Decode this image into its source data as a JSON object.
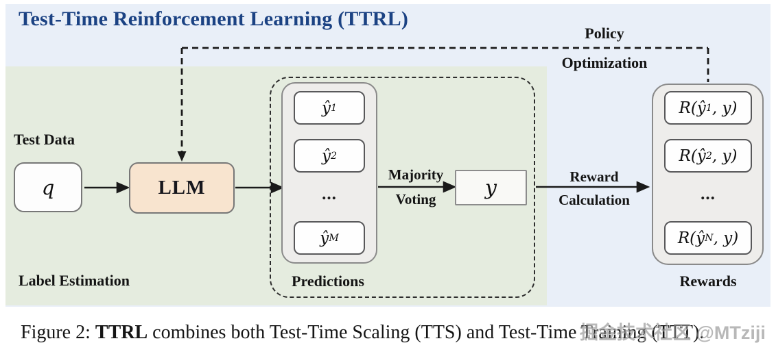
{
  "header": {
    "title": "Test-Time Reinforcement Learning (TTRL)"
  },
  "colors": {
    "title_blue": "#1b4283",
    "panel_blue": "#e9eff8",
    "panel_green": "#e5ecdf",
    "llm_fill": "#f8e4cf",
    "container_gray": "#eeedeb",
    "line_black": "#1a1a1a"
  },
  "labels": {
    "test_data": "Test Data",
    "label_estimation": "Label Estimation",
    "policy_line1": "Policy",
    "policy_line2": "Optimization",
    "majority_line1": "Majority",
    "majority_line2": "Voting",
    "reward_line1": "Reward",
    "reward_line2": "Calculation"
  },
  "nodes": {
    "query": "q",
    "llm": "LLM",
    "consensus": "y"
  },
  "predictions": {
    "label": "Predictions",
    "ellipsis": "...",
    "items": [
      {
        "base": "ŷ",
        "sub": "1"
      },
      {
        "base": "ŷ",
        "sub": "2"
      },
      {
        "base": "ŷ",
        "sub": "M"
      }
    ]
  },
  "rewards": {
    "label": "Rewards",
    "ellipsis": "...",
    "items": [
      {
        "pre": "R(ŷ",
        "sub": "1",
        "post": ", y)"
      },
      {
        "pre": "R(ŷ",
        "sub": "2",
        "post": ", y)"
      },
      {
        "pre": "R(ŷ",
        "sub": "N",
        "post": ", y)"
      }
    ]
  },
  "caption": {
    "prefix": "Figure 2: ",
    "bold": "TTRL",
    "rest": " combines both Test-Time Scaling (TTS) and Test-Time Training (TTT)."
  },
  "watermark": "掘金技术社区 @MTziji"
}
